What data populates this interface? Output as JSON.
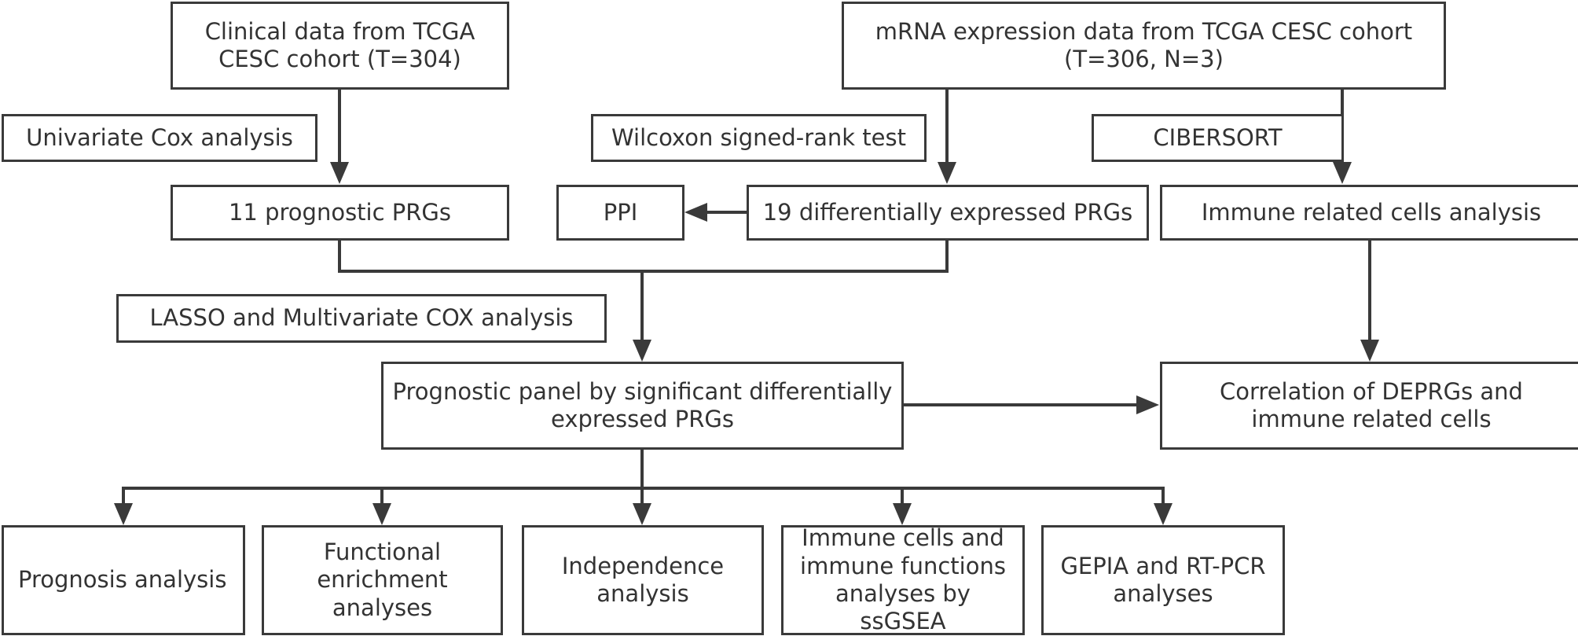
{
  "nodes": {
    "clinical": "Clinical data from TCGA\nCESC cohort (T=304)",
    "mrna": "mRNA expression data from TCGA CESC cohort\n(T=306, N=3)",
    "univariate": "Univariate Cox analysis",
    "wilcoxon": "Wilcoxon signed-rank test",
    "cibersort": "CIBERSORT",
    "prognostic_prgs": "11 prognostic PRGs",
    "ppi": "PPI",
    "deprgs": "19 differentially expressed PRGs",
    "immune_cells": "Immune related cells analysis",
    "lasso": "LASSO and Multivariate COX analysis",
    "panel": "Prognostic panel by significant differentially\nexpressed PRGs",
    "correlation": "Correlation of DEPRGs and\nimmune related cells",
    "prognosis": "Prognosis analysis",
    "functional": "Functional\nenrichment\nanalyses",
    "independence": "Independence\nanalysis",
    "ssgsea": "Immune cells and\nimmune functions\nanalyses by\nssGSEA",
    "gepia": "GEPIA and RT-PCR\nanalyses"
  },
  "colors": {
    "stroke": "#3a3a3a",
    "text": "#333333",
    "background": "#ffffff"
  }
}
